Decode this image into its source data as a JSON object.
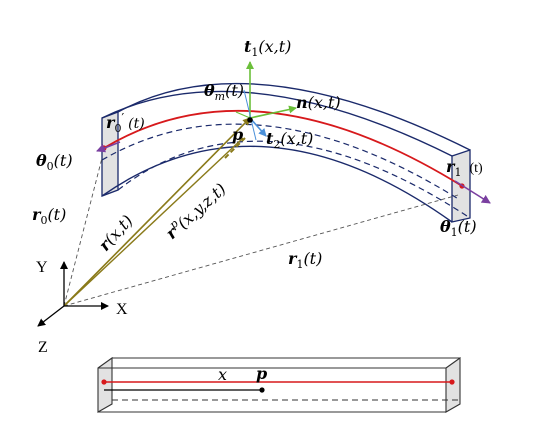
{
  "labels": {
    "t1": "t",
    "t1_sub": "1",
    "t1_args": "(x,t)",
    "theta_m": "θ",
    "theta_m_sub": "m",
    "theta_m_args": "(t)",
    "n": "n",
    "n_args": "(x,t)",
    "r0_prime": "r",
    "r0_prime_sub": "0",
    "r0_prime_mark": "′",
    "r0_prime_args": "(t)",
    "p": "p",
    "t2": "t",
    "t2_sub": "2",
    "t2_args": "(x,t)",
    "theta0": "θ",
    "theta0_sub": "0",
    "theta0_args": "(t)",
    "r1_prime": "r",
    "r1_prime_sub": "1",
    "r1_prime_args": "(t)",
    "r0": "r",
    "r0_sub": "0",
    "r0_args": "(t)",
    "r_xt": "r",
    "r_xt_args": "(x,t)",
    "rp": "r",
    "rp_sup": "p",
    "rp_args": "(x,y,z,t)",
    "theta1": "θ",
    "theta1_sub": "1",
    "theta1_args": "(t)",
    "r1": "r",
    "r1_sub": "1",
    "r1_args": "(t)",
    "axis_y": "Y",
    "axis_x": "X",
    "axis_z": "Z",
    "bottom_x": "x",
    "bottom_p": "p"
  },
  "colors": {
    "outline": "#1b2a6b",
    "centerline": "#d7191c",
    "vector_r": "#8a7a1a",
    "tangent": "#6bbf3a",
    "tangent2": "#4a90d9",
    "end_arrow": "#7a3fa0",
    "face_fill": "#e2e2e2"
  }
}
